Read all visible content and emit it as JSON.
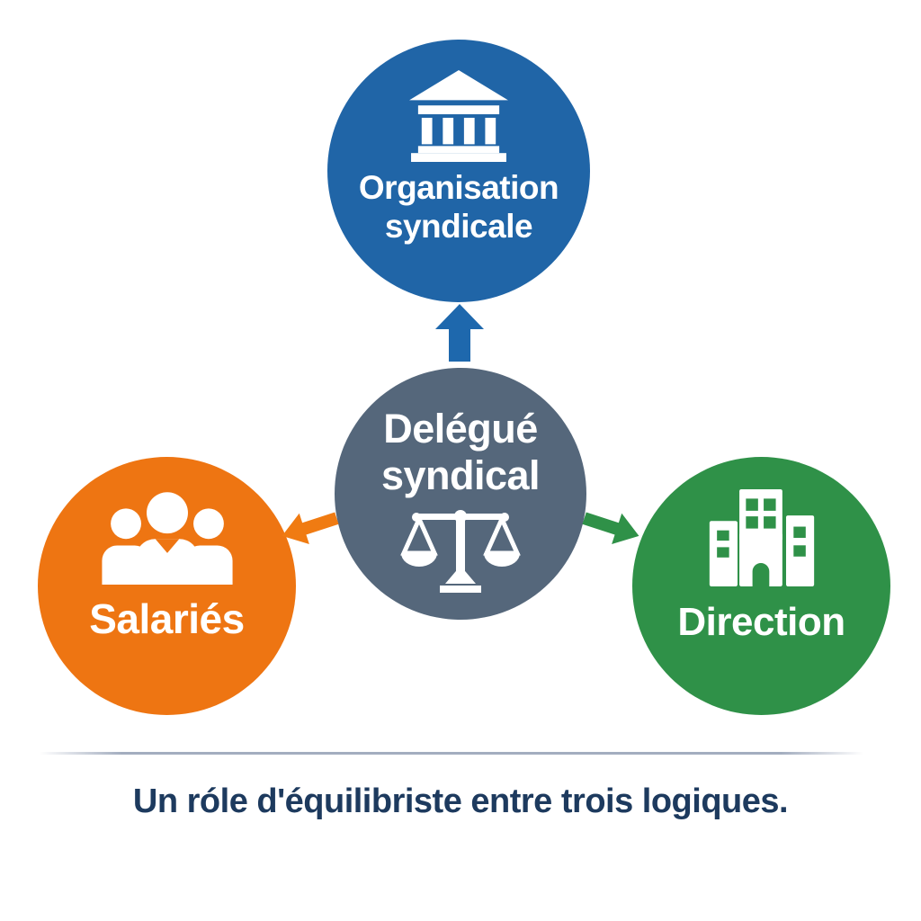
{
  "diagram": {
    "background": "#ffffff",
    "nodes": {
      "top": {
        "line1": "Organisation",
        "line2": "syndicale",
        "color": "#2065a7",
        "icon": "bank-icon"
      },
      "center": {
        "line1": "Delégué",
        "line2": "syndical",
        "color": "#55677b",
        "icon": "scale-icon"
      },
      "left": {
        "label": "Salariés",
        "color": "#ee7512",
        "icon": "people-icon"
      },
      "right": {
        "label": "Direction",
        "color": "#2f9148",
        "icon": "buildings-icon"
      }
    },
    "arrows": {
      "top": {
        "color": "#1e68ad",
        "direction": "up"
      },
      "left": {
        "color": "#f07b12",
        "direction": "down-left"
      },
      "right": {
        "color": "#2f9148",
        "direction": "down-right"
      }
    },
    "divider_color": "#a3adbf",
    "caption": {
      "text": "Un róle d'équilibriste entre trois logiques.",
      "color": "#1d3a5e"
    }
  }
}
